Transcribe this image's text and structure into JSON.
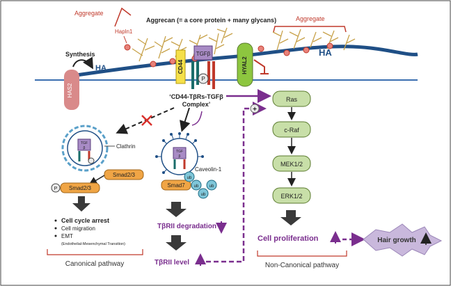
{
  "labels": {
    "aggregate_left": "Aggregate",
    "hapln1": "Hapln1",
    "aggrecan": "Aggrecan (= a core protein + many glycans)",
    "aggregate_right": "Aggregate",
    "synthesis": "Synthesis",
    "ha_left": "HA",
    "ha_right": "HA",
    "has2": "HAS2",
    "cd44": "CD44",
    "tgfb_top": "TGFβ",
    "p": "P",
    "hyal2": "HYAL2",
    "complex_line1": "‘CD44-TβRs-TGFβ",
    "complex_line2": "Complex’",
    "plus": "+",
    "clathrin": "Clathrin",
    "tgfb_small": "TGF",
    "beta_small": "β",
    "smad23_right": "Smad2/3",
    "smad23_left": "Smad2/3",
    "caveolin": "Caveolin-1",
    "smad7": "Smad7",
    "ub": "ub",
    "bullet_1": "Cell cycle arrest",
    "bullet_2": "Cell migration",
    "bullet_3": "EMT",
    "bullet_note": "(Endothelial-Mesenchymal Transition)",
    "canonical": "Canonical pathway",
    "tbrii_degradation": "TβRII degradation",
    "tbrii_level": "TβRII level",
    "non_canonical": "Non-Canonical pathway",
    "cell_proliferation": "Cell proliferation",
    "hair_growth": "Hair growth"
  },
  "cascade": [
    "Ras",
    "c-Raf",
    "MEK1/2",
    "ERK1/2"
  ],
  "colors": {
    "membrane": "#1f4f86",
    "membrane_line": "#3b6fb0",
    "aggregate_red": "#c0392b",
    "purple": "#7a2e8e",
    "green_box": "#c8dfa8",
    "green_border": "#5a7a2e",
    "hyal2": "#8dc63f",
    "cd44": "#f5e04a",
    "tgfb": "#a88bc5",
    "has2": "#d98a8a",
    "smad": "#f0a545",
    "teal": "#7fc6d9",
    "hair": "#c9b8dc",
    "gray_arrow": "#3a3a3a",
    "red_x": "#d9302c"
  }
}
